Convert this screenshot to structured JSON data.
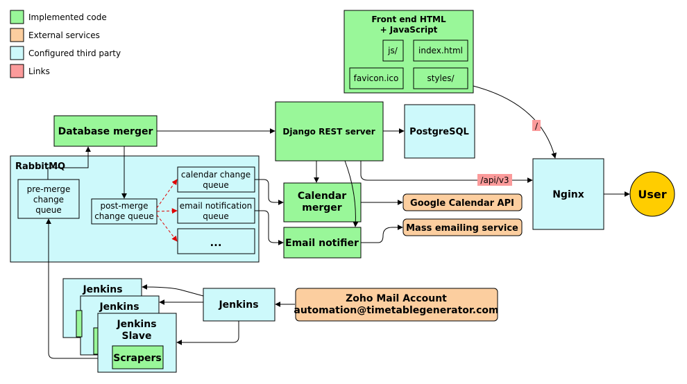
{
  "colors": {
    "implemented": "#99f799",
    "external": "#fcce9f",
    "configured": "#cdf9fb",
    "links": "#fb9b9b",
    "user": "#ffcd00",
    "dashed_arrow": "#e00000"
  },
  "legend": {
    "implemented": "Implemented code",
    "external": "External services",
    "configured": "Configured third party",
    "links": "Links"
  },
  "frontend": {
    "title_line1": "Front end HTML",
    "title_line2": "+ JavaScript",
    "js": "js/",
    "index": "index.html",
    "favicon": "favicon.ico",
    "styles": "styles/"
  },
  "nodes": {
    "database_merger": "Database merger",
    "django": "Django REST server",
    "postgres": "PostgreSQL",
    "rabbitmq": "RabbitMQ",
    "pre_merge_1": "pre-merge",
    "pre_merge_2": "change",
    "pre_merge_3": "queue",
    "post_merge_1": "post-merge",
    "post_merge_2": "change queue",
    "cal_queue_1": "calendar change",
    "cal_queue_2": "queue",
    "email_queue_1": "email notification",
    "email_queue_2": "queue",
    "more_queue": "...",
    "calendar_merger_1": "Calendar",
    "calendar_merger_2": "merger",
    "email_notifier": "Email notifier",
    "google_calendar": "Google Calendar API",
    "mass_email": "Mass emailing service",
    "nginx": "Nginx",
    "user": "User",
    "jenkins_master": "Jenkins",
    "jenkins_back": "Jenkins",
    "jenkins_mid": "Jenkins",
    "slave_1": "Jenkins",
    "slave_2": "Slave",
    "scrapers": "Scrapers",
    "zoho_1": "Zoho Mail Account",
    "zoho_2": "automation@timetablegenerator.com"
  },
  "links": {
    "root": "/",
    "api": "/api/v3"
  }
}
